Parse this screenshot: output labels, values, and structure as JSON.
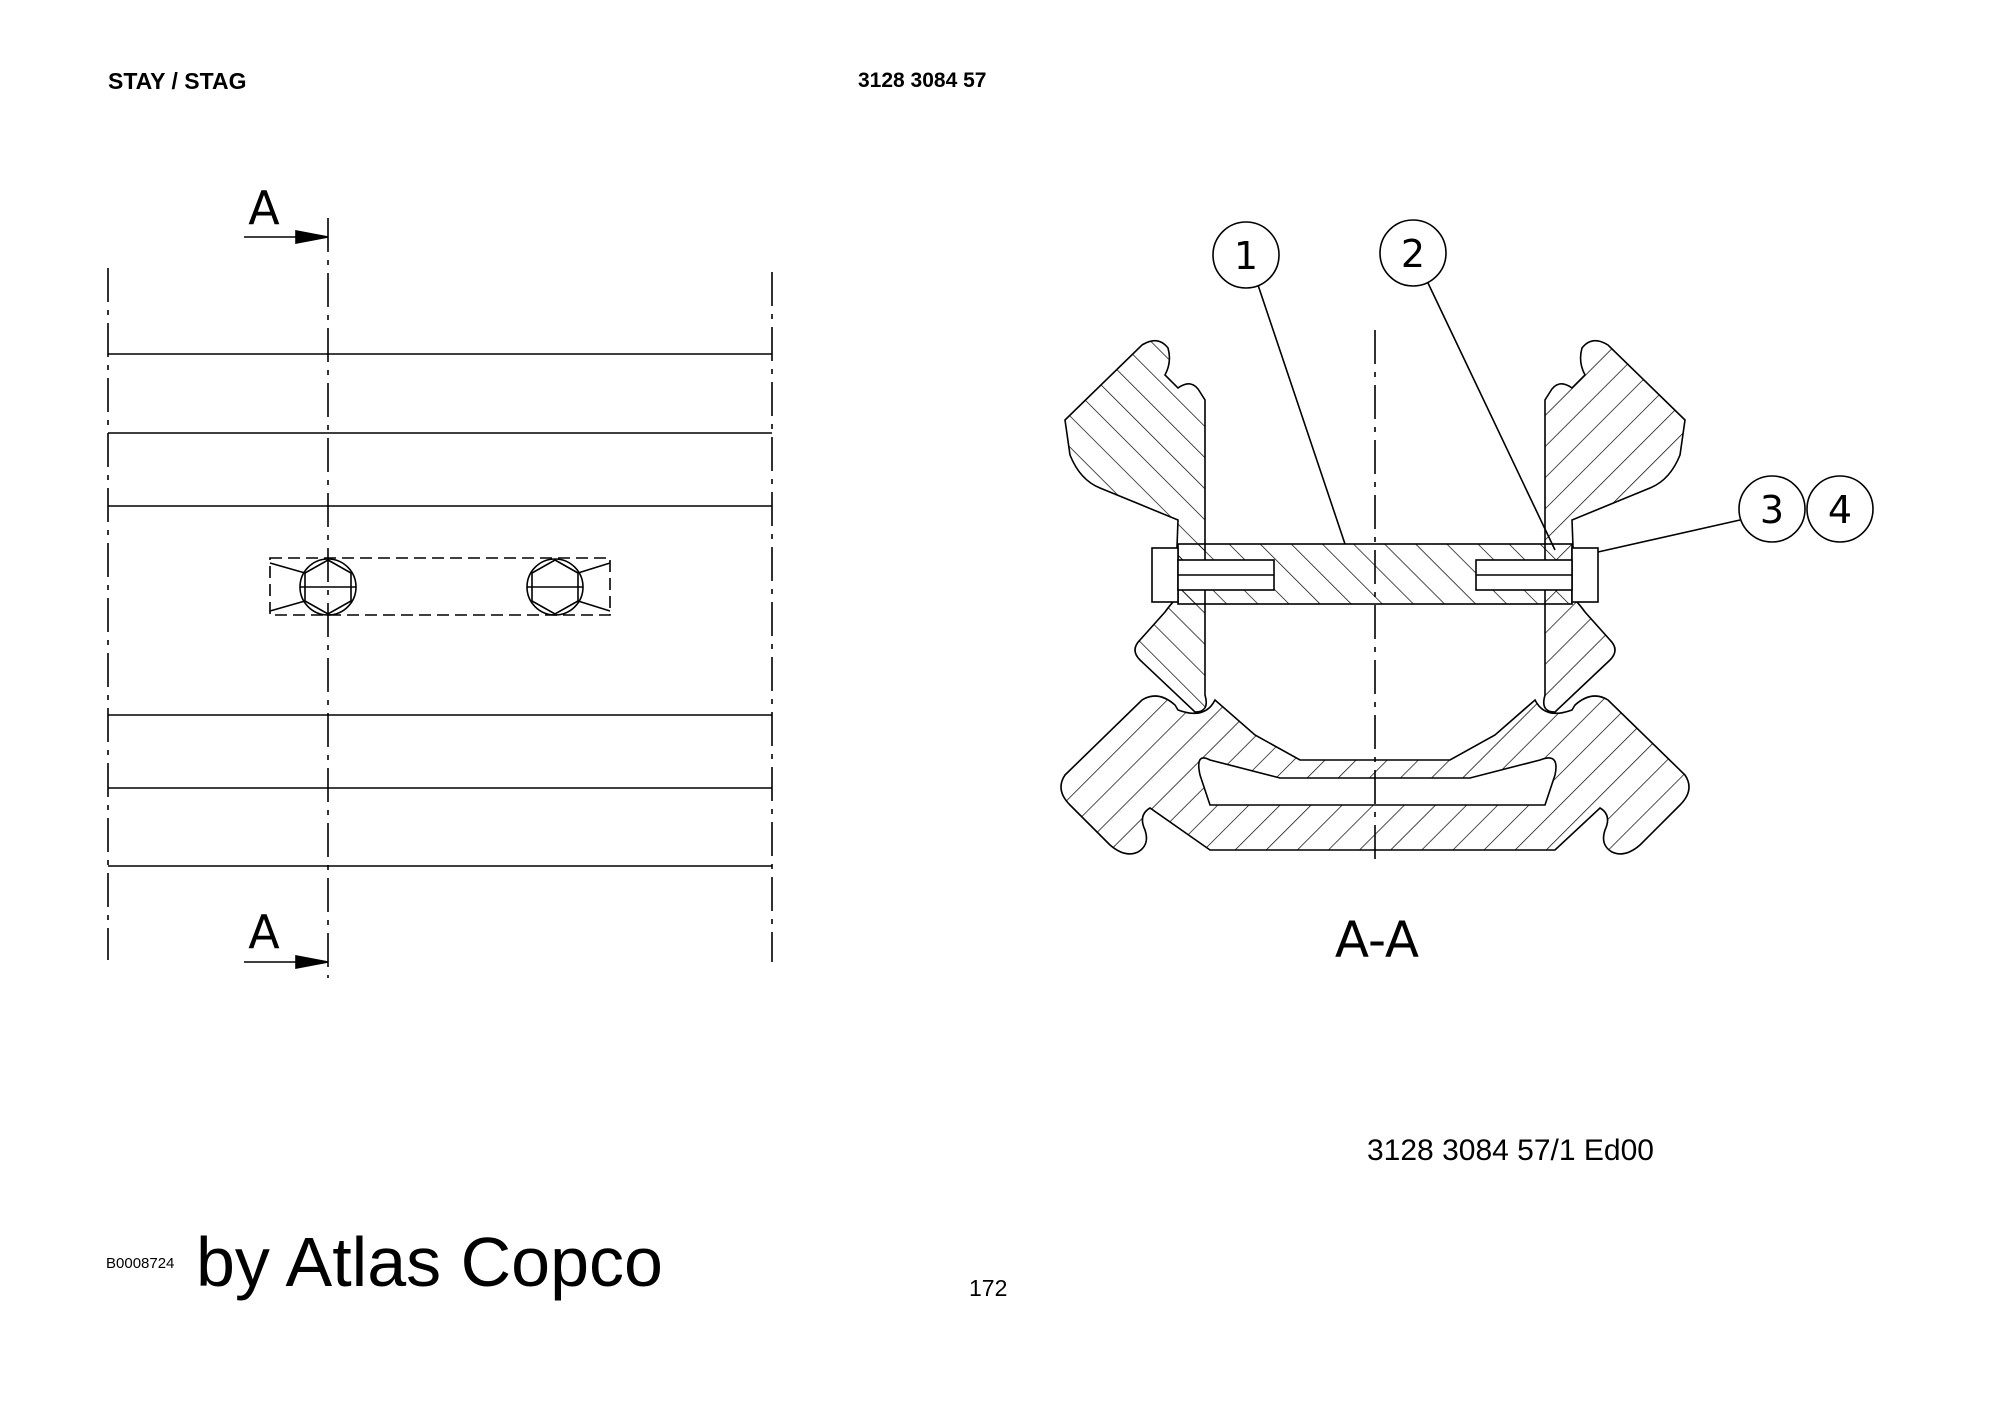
{
  "header": {
    "title": "STAY / STAG",
    "part_number": "3128 3084 57"
  },
  "drawing": {
    "section_marker_top": "A",
    "section_marker_bottom": "A",
    "section_label": "A-A",
    "callouts": [
      "1",
      "2",
      "3",
      "4"
    ],
    "reference": "3128 3084 57/1  Ed00"
  },
  "footer": {
    "image_code": "B0008724",
    "brand": "by Atlas Copco",
    "page_number": "172"
  }
}
